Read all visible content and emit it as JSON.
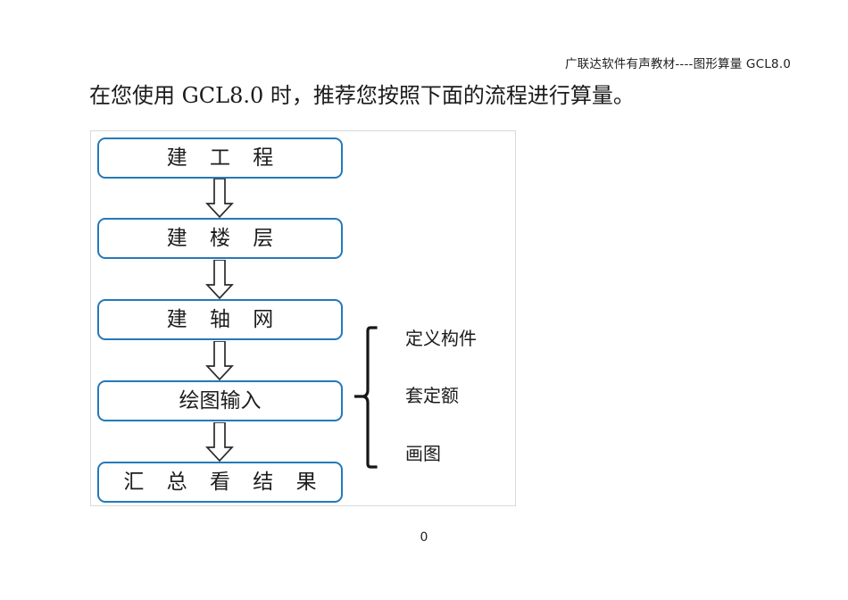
{
  "header": {
    "running_head": "广联达软件有声教材----图形算量 GCL8.0"
  },
  "heading": {
    "text": "在您使用 GCL8.0 时，推荐您按照下面的流程进行算量。"
  },
  "flowchart": {
    "steps": [
      {
        "label": "建 工 程",
        "spaced": true
      },
      {
        "label": "建 楼 层",
        "spaced": true
      },
      {
        "label": "建 轴 网",
        "spaced": true
      },
      {
        "label": "绘图输入",
        "spaced": false
      },
      {
        "label": "汇 总 看 结 果",
        "spaced": true
      }
    ],
    "arrows": [
      {
        "name": "arrow-down-1"
      },
      {
        "name": "arrow-down-2"
      },
      {
        "name": "arrow-down-3"
      },
      {
        "name": "arrow-down-4"
      }
    ],
    "brace_labels": [
      "定义构件",
      "套定额",
      "画图"
    ],
    "colors": {
      "box_border": "#2479b9",
      "frame_border": "#d9d9d9",
      "arrow_outline": "#2b2b2b",
      "arrow_fill": "#ffffff",
      "brace_stroke": "#161616",
      "text": "#1b1b1b"
    }
  },
  "footer": {
    "page_number": "0"
  }
}
